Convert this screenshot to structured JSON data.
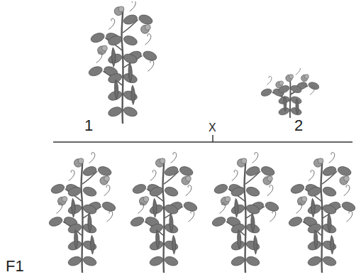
{
  "diagram": {
    "labels": [
      "1",
      "X",
      "2",
      "F1"
    ]
  }
}
